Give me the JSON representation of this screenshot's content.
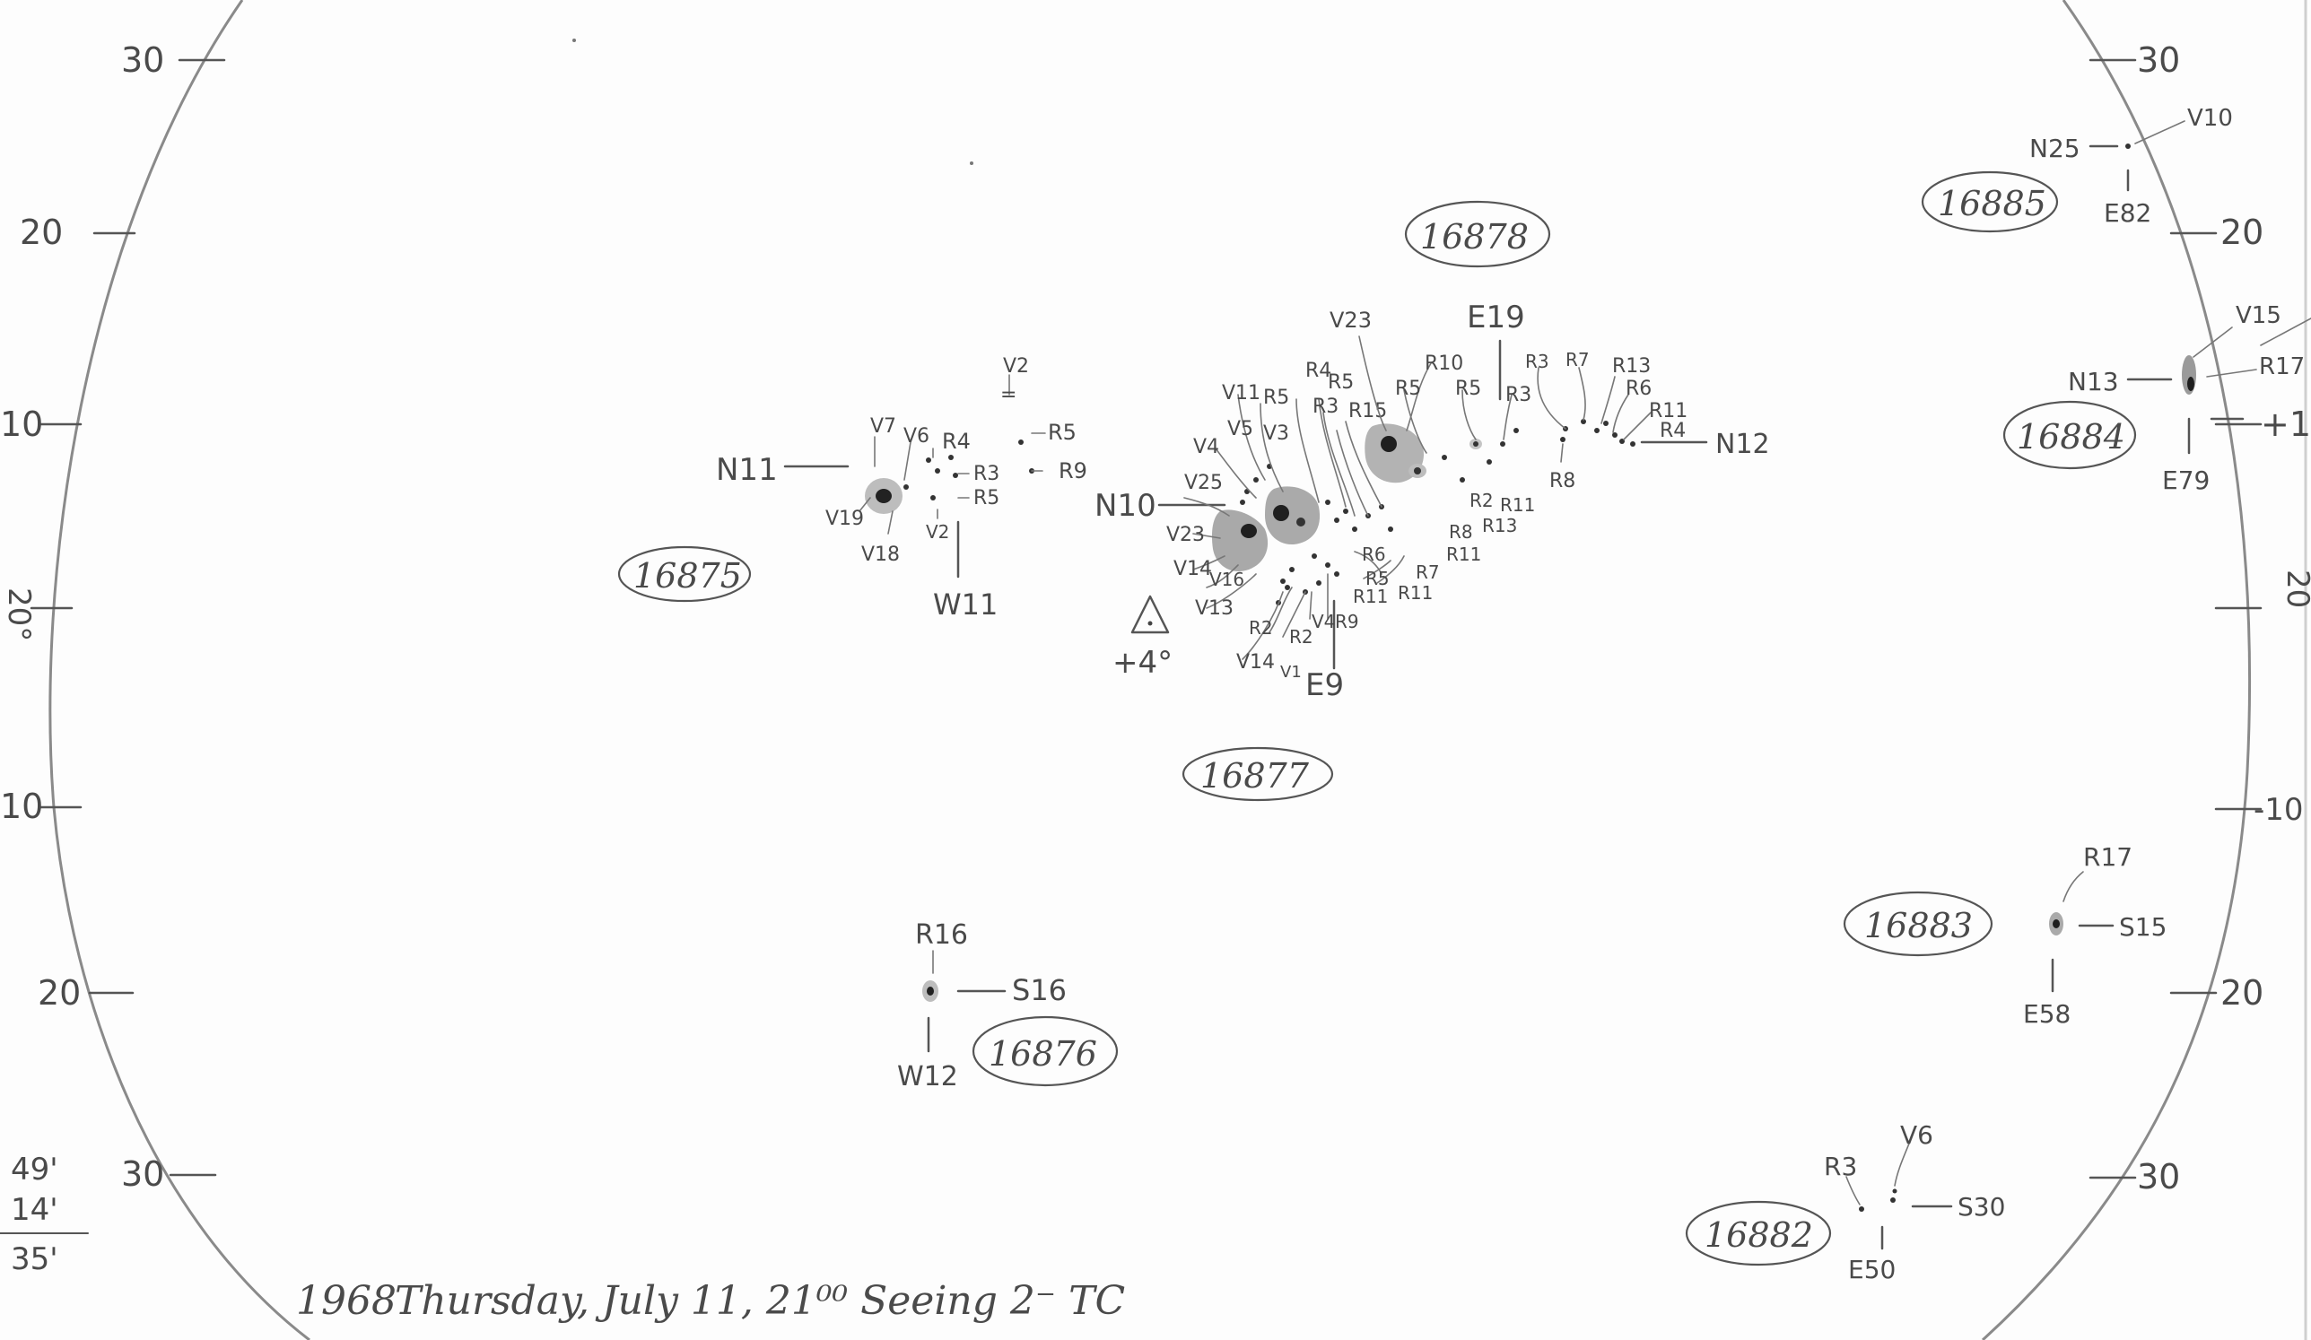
{
  "scale": {
    "left": [
      "30",
      "20",
      "10",
      "10",
      "20",
      "30"
    ],
    "right": [
      "30",
      "20",
      "+1",
      "-10",
      "20",
      "30"
    ],
    "left_partial": "20°",
    "right_partial": "20"
  },
  "regions": [
    {
      "number": "16875",
      "pos": "N11",
      "sub": "W11"
    },
    {
      "number": "16877",
      "pos": "N10",
      "sub": "E9"
    },
    {
      "number": "16878",
      "pos": "E19",
      "sub": "N12"
    },
    {
      "number": "16876",
      "pos": "S16",
      "sub": "W12"
    },
    {
      "number": "16885",
      "pos": "N25",
      "sub": "E82"
    },
    {
      "number": "16884",
      "pos": "N13",
      "sub": "E79"
    },
    {
      "number": "16883",
      "pos": "S15",
      "sub": "E58"
    },
    {
      "number": "16882",
      "pos": "S30",
      "sub": "E50"
    }
  ],
  "labels": {
    "r16876_top": "R16",
    "r16885_right": "V10",
    "r16884_top": "V15",
    "r16884_right": "R17",
    "r16883_top": "R17",
    "r16882_left": "R3",
    "r16882_right": "V6",
    "r16875": [
      "V7",
      "V6",
      "R4",
      "V2",
      "=",
      "R5",
      "R3",
      "R9",
      "R5",
      "V19",
      "V18",
      "V2"
    ],
    "r16877": [
      "V11",
      "V5",
      "V4",
      "R5",
      "V3",
      "R4",
      "R5",
      "R3",
      "R15",
      "V25",
      "V23",
      "V14",
      "V16",
      "V13",
      "R2",
      "R2",
      "V4",
      "R9",
      "V14",
      "V1",
      "R6",
      "R5",
      "R11",
      "R11",
      "R7",
      "R11",
      "R8",
      "R13",
      "R2",
      "R11"
    ],
    "r16878": [
      "V23",
      "R10",
      "R5",
      "R5",
      "R3",
      "R3",
      "R7",
      "R13",
      "R6",
      "R11",
      "R4",
      "R8"
    ],
    "triangle_note": "+4°"
  },
  "margin_note": {
    "top": "49'",
    "middle": "14'",
    "bottom": "35'"
  },
  "footer": {
    "year": "1968",
    "text": "Thursday, July 11, 21⁰⁰ Seeing 2⁻ TC"
  }
}
